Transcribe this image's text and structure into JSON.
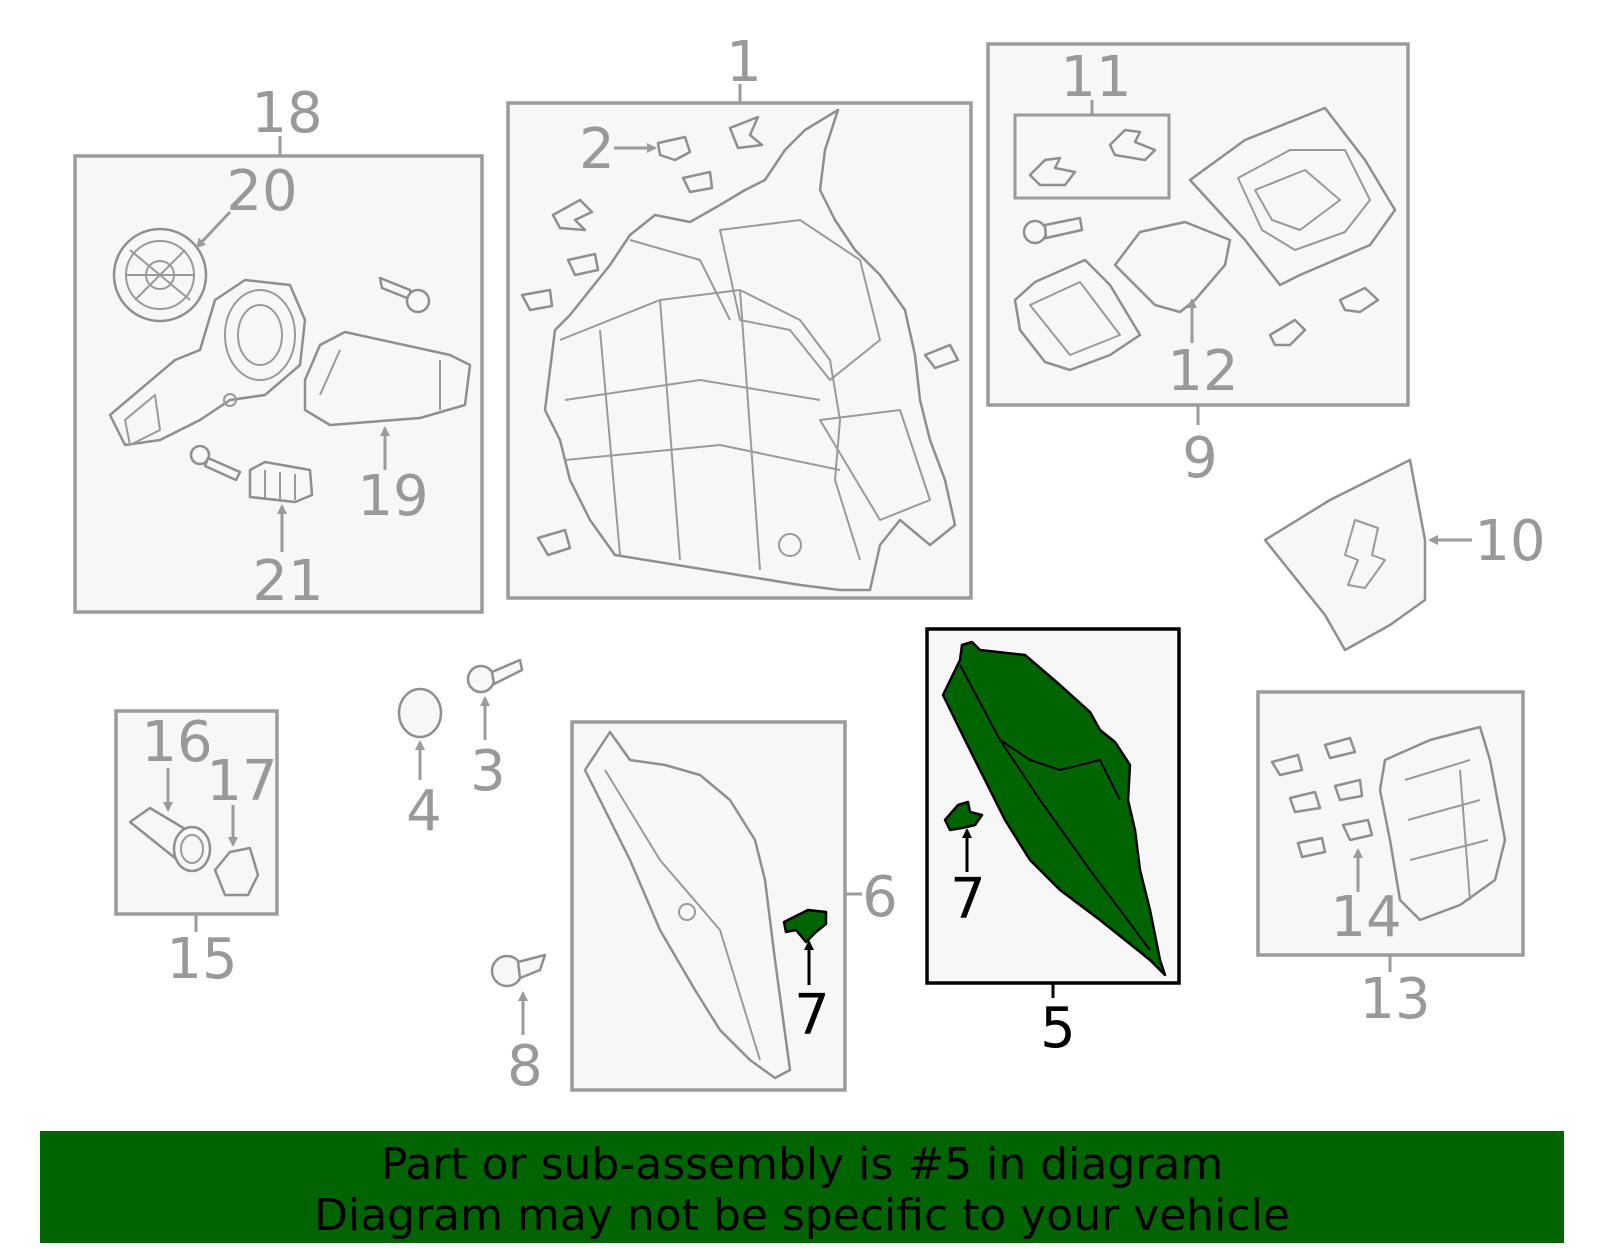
{
  "callouts": {
    "c1": "1",
    "c2": "2",
    "c3": "3",
    "c4": "4",
    "c5": "5",
    "c6": "6",
    "c7a": "7",
    "c7b": "7",
    "c8": "8",
    "c9": "9",
    "c10": "10",
    "c11": "11",
    "c12": "12",
    "c13": "13",
    "c14": "14",
    "c15": "15",
    "c16": "16",
    "c17": "17",
    "c18": "18",
    "c19": "19",
    "c20": "20",
    "c21": "21"
  },
  "highlight": {
    "part_number": "5",
    "color": "#006400"
  },
  "colors": {
    "line": "#9b9b9b",
    "box_fill": "#f7f7f7",
    "active": "#000000"
  },
  "banner": {
    "line1": "Part or sub-assembly is #5 in diagram",
    "line2": "Diagram may not be specific to your vehicle"
  }
}
